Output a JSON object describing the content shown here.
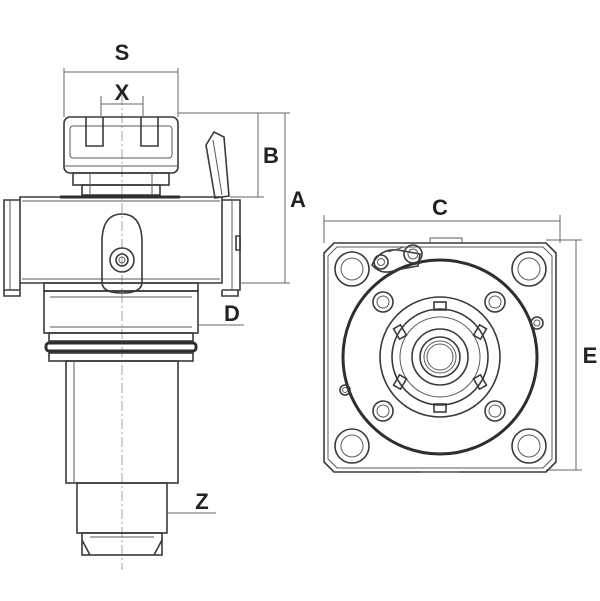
{
  "colors": {
    "line": "#3a3a3a",
    "dimension": "#666666",
    "label": "#222222",
    "background": "#ffffff"
  },
  "labels": {
    "S": "S",
    "X": "X",
    "A": "A",
    "B": "B",
    "C": "C",
    "D": "D",
    "E": "E",
    "Z": "Z"
  }
}
